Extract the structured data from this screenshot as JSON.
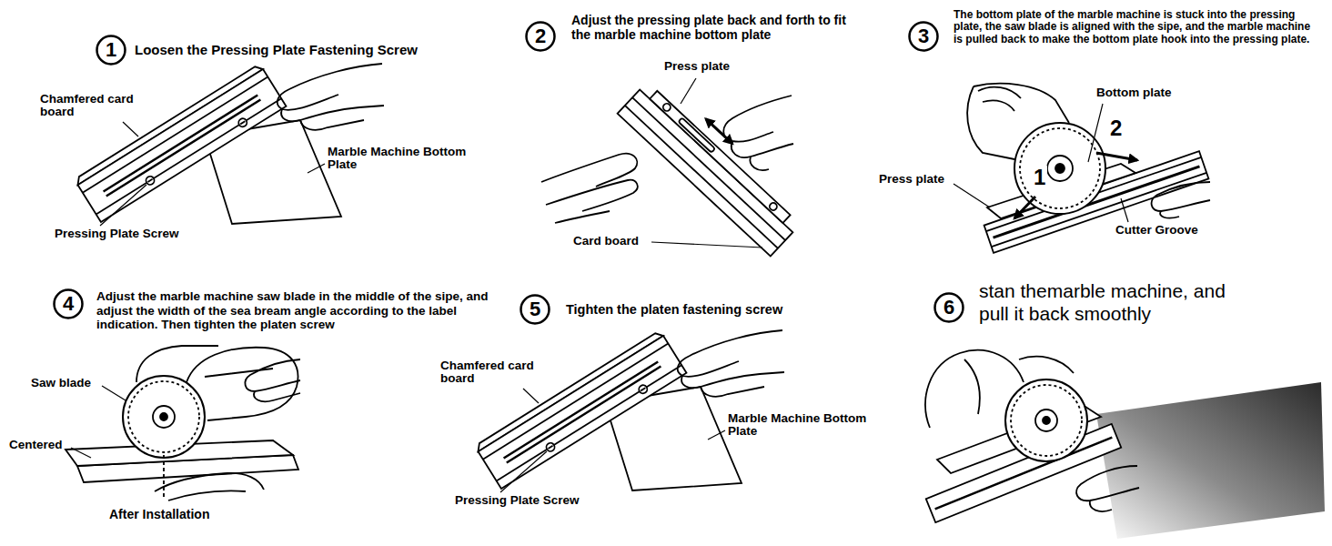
{
  "diagram": {
    "nodes": [
      {
        "text": [
          "1",
          "Loosen the Pressing Plate Fastening Screw"
        ]
      },
      {
        "text": [
          "2",
          "Adjust the pressing plate back and forth to fit the marble machine bottom plate"
        ]
      },
      {
        "text": [
          "3",
          "The bottom plate of the marble machine is stuck into the pressing plate, the saw blade is aligned with the sipe, and the marble machine is pulled back to make the bottom plate hook into the pressing plate."
        ]
      },
      {
        "text": [
          "4",
          "Adjust the marble machine saw blade in the middle of the sipe, and adjust the width of the sea bream angle according to the label indication. Then tighten the platen screw"
        ]
      },
      {
        "text": [
          "5",
          "Tighten the platen fastening screw"
        ]
      },
      {
        "text": [
          "6",
          "stan themarble machine, and pull it back smoothly"
        ]
      }
    ],
    "labels": [
      "Chamfered card board",
      "Marble Machine Bottom Plate",
      "Pressing Plate Screw",
      "Press plate",
      "Card board",
      "Bottom plate",
      "2",
      "1",
      "Press plate",
      "Cutter Groove",
      "Saw blade",
      "Centered",
      "After Installation",
      "Chamfered card board",
      "Marble Machine Bottom Plate",
      "Pressing Plate Screw"
    ]
  }
}
